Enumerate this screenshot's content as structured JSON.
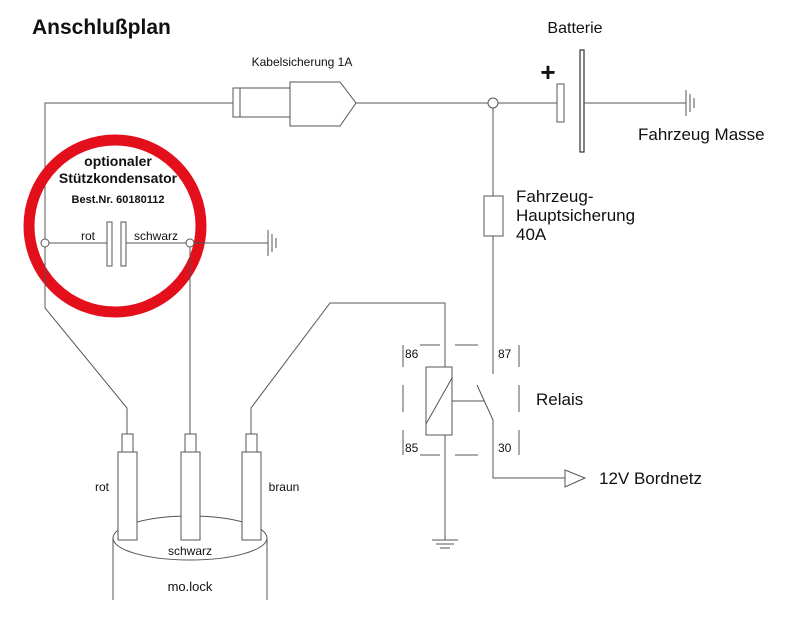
{
  "diagram": {
    "title": "Anschlußplan",
    "fuse_label": "Kabelsicherung 1A",
    "battery_label": "Batterie",
    "battery_plus": "+",
    "ground_label": "Fahrzeug Masse",
    "main_fuse_line1": "Fahrzeug-",
    "main_fuse_line2": "Hauptsicherung",
    "main_fuse_line3": "40A",
    "capacitor": {
      "line1": "optionaler",
      "line2": "Stützkondensator",
      "line3": "Best.Nr. 60180112",
      "wire_left": "rot",
      "wire_right": "schwarz"
    },
    "relay": {
      "label": "Relais",
      "pin86": "86",
      "pin87": "87",
      "pin85": "85",
      "pin30": "30"
    },
    "output_label": "12V Bordnetz",
    "device": {
      "name": "mo.lock",
      "wire_red": "rot",
      "wire_black": "schwarz",
      "wire_brown": "braun"
    },
    "colors": {
      "highlight_ring": "#e3101b",
      "wire": "#555555"
    }
  }
}
